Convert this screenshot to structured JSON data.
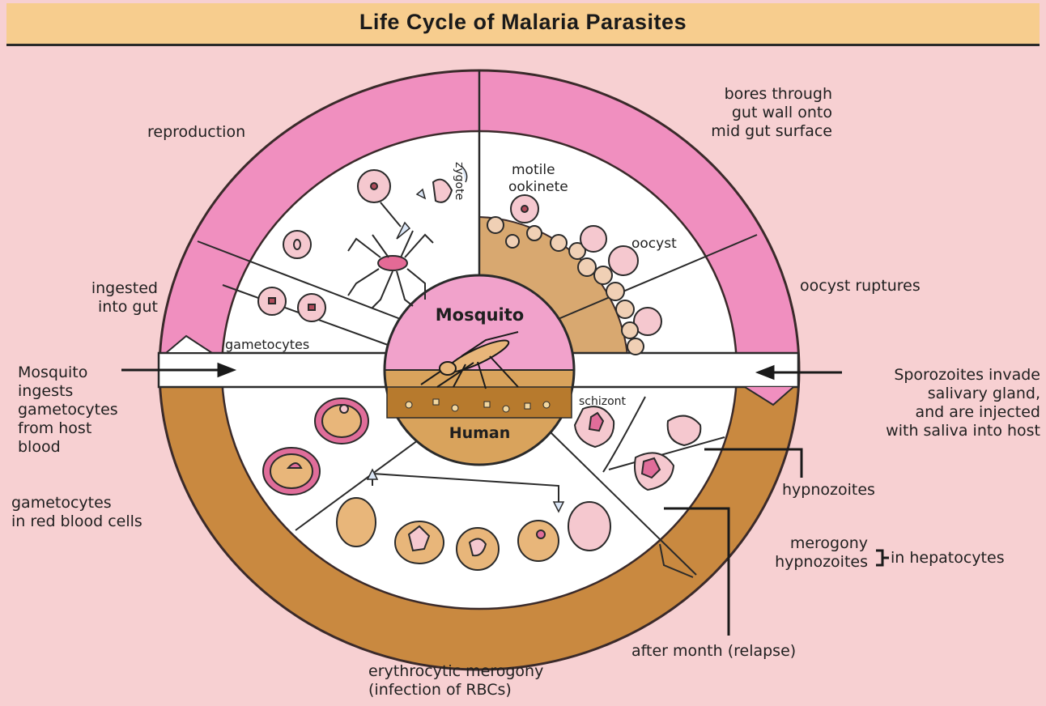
{
  "title": "Life Cycle of Malaria Parasites",
  "center": {
    "top": "Mosquito",
    "bottom": "Human"
  },
  "labels": {
    "reproduction": "reproduction",
    "zygote": "zygote",
    "motile_ookinete": [
      "motile",
      "ookinete"
    ],
    "bores": [
      "bores through",
      "gut wall onto",
      "mid gut surface"
    ],
    "oocyst": "oocyst",
    "oocyst_ruptures": "oocyst ruptures",
    "ingested": [
      "ingested",
      "into gut"
    ],
    "gametocytes": "gametocytes",
    "mosquito_ingests": [
      "Mosquito",
      "ingests",
      "gametocytes",
      "from host",
      "blood"
    ],
    "sporozoites": [
      "Sporozoites invade",
      "salivary gland,",
      "and are injected",
      "with saliva into host"
    ],
    "schizont": "schizont",
    "hypnozoites": "hypnozoites",
    "gametocytes_rbc": [
      "gametocytes",
      "in red blood cells"
    ],
    "merogony": [
      "merogony",
      "hypnozoites"
    ],
    "in_hepatocytes": "in hepatocytes",
    "after_month": "after month (relapse)",
    "erythrocytic": [
      "erythrocytic merogony",
      "(infection of RBCs)"
    ]
  },
  "colors": {
    "background": "#f7d0d2",
    "title_bar": "#f7cd8e",
    "mosquito_ring": "#f08fbf",
    "human_ring": "#c98940",
    "oocyst_region": "#d8a870",
    "center_pink": "#f1a2cb",
    "center_tan": "#d9a35c"
  }
}
